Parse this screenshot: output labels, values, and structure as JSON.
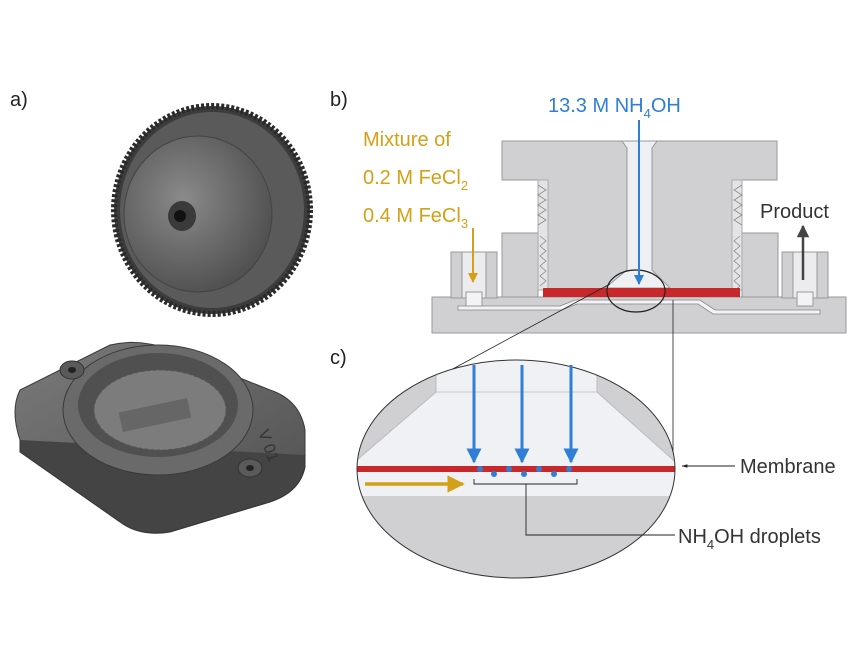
{
  "panels": {
    "a": "a)",
    "b": "b)",
    "c": "c)"
  },
  "labels": {
    "ammonia": {
      "main": "13.3 M NH",
      "sub": "4",
      "tail": "OH"
    },
    "mixture_line1": "Mixture of",
    "mixture_line2": {
      "main": "0.2 M FeCl",
      "sub": "2"
    },
    "mixture_line3": {
      "main": "0.4 M FeCl",
      "sub": "3"
    },
    "product": "Product",
    "membrane": "Membrane",
    "droplets": {
      "main": "NH",
      "sub": "4",
      "tail": "OH droplets"
    },
    "part_engraving": "V 01"
  },
  "colors": {
    "ammonia_flow": "#2f7fd6",
    "iron_mixture_flow": "#d4a017",
    "membrane": "#c8282a",
    "product_flow": "#444444",
    "housing": "#d0d0d2"
  }
}
